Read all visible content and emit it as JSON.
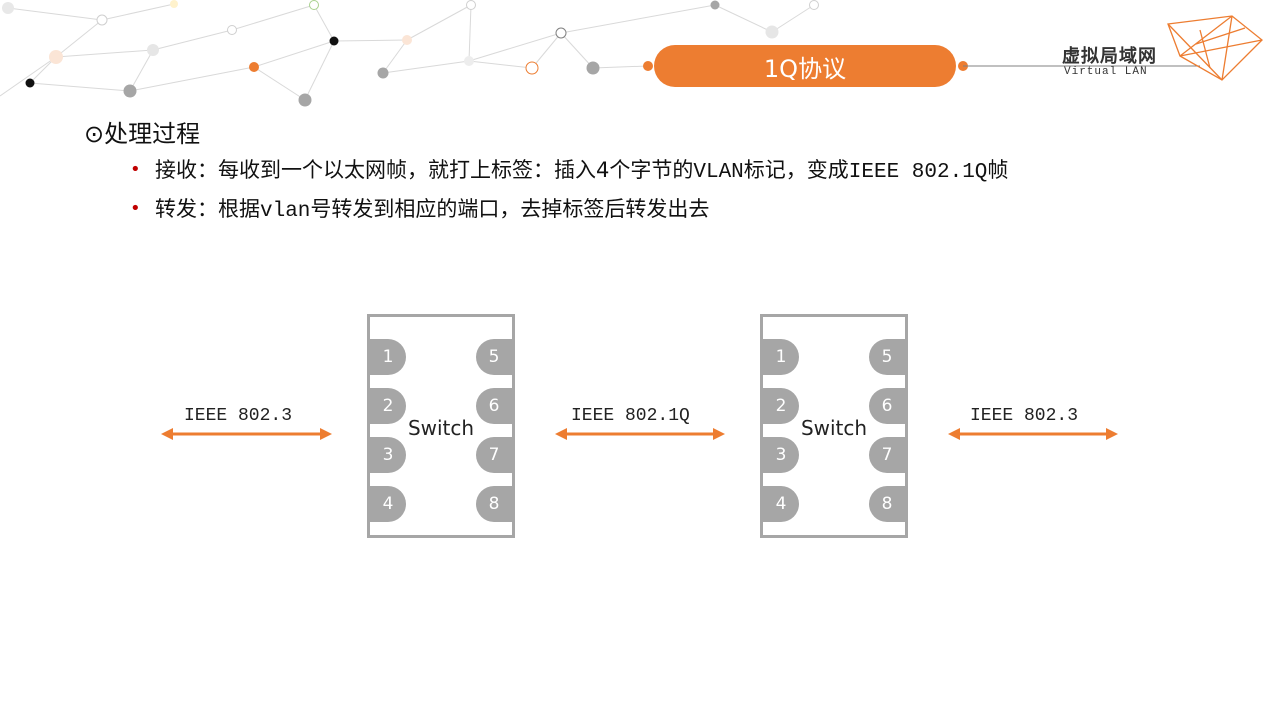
{
  "header": {
    "title": "1Q协议",
    "brand_cn": "虚拟局域网",
    "brand_en": "Virtual LAN"
  },
  "section": {
    "heading": "⊙处理过程",
    "bullets": [
      {
        "label": "接收：",
        "text_pre": "每收到一个以太网帧，就打上标签：插入4个字节的",
        "mono1": "VLAN",
        "text_mid": "标记，变成",
        "mono2": "IEEE 802.1Q",
        "text_post": "帧"
      },
      {
        "label": "转发：",
        "text_pre": "根据",
        "mono1": "vlan",
        "text_post": "号转发到相应的端口，去掉标签后转发出去"
      }
    ]
  },
  "diagram": {
    "switch_label": "Switch",
    "ports_left": [
      "1",
      "2",
      "3",
      "4"
    ],
    "ports_right": [
      "5",
      "6",
      "7",
      "8"
    ],
    "links": [
      "IEEE 802.3",
      "IEEE 802.1Q",
      "IEEE 802.3"
    ],
    "accent_color": "#ED7D31",
    "switch_color": "#A6A6A6"
  }
}
